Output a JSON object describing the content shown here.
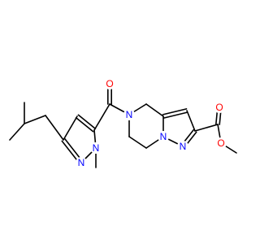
{
  "atoms": [
    {
      "id": "O_carbonyl",
      "label": "O",
      "color": "#ff0000"
    },
    {
      "id": "N_ring",
      "label": "N",
      "color": "#0000ff"
    },
    {
      "id": "N_pz_N1",
      "label": "N",
      "color": "#0000ff"
    },
    {
      "id": "N_pz_N2",
      "label": "N",
      "color": "#0000ff"
    },
    {
      "id": "N_bi_N",
      "label": "N",
      "color": "#0000ff"
    },
    {
      "id": "N_bi_N2",
      "label": "N",
      "color": "#0000ff"
    },
    {
      "id": "O_ester_dbl",
      "label": "O",
      "color": "#ff0000"
    },
    {
      "id": "O_ester_single",
      "label": "O",
      "color": "#ff0000"
    }
  ]
}
